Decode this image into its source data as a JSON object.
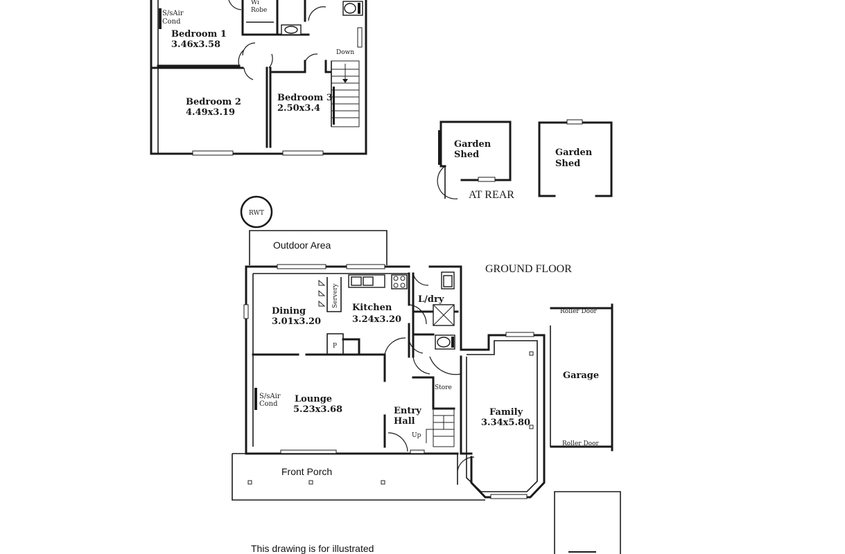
{
  "upper_floor": {
    "rooms": [
      {
        "name": "Bedroom 1",
        "size": "3.46x3.58"
      },
      {
        "name": "Bedroom 2",
        "size": "4.49x3.19"
      },
      {
        "name": "Bedroom 3",
        "size": "2.50x3.4"
      }
    ],
    "labels": {
      "wi_line1": "Wi",
      "wi_line2": "Robe",
      "sair_line1": "S/sAir",
      "sair_line2": "Cond",
      "stairs_down": "Down"
    }
  },
  "sheds": {
    "shed1_line1": "Garden",
    "shed1_line2": "Shed",
    "shed2_line1": "Garden",
    "shed2_line2": "Shed",
    "at_rear": "AT REAR"
  },
  "rwt": "RWT",
  "outdoor_area": "Outdoor Area",
  "ground_floor_title": "GROUND FLOOR",
  "ground_floor": {
    "rooms": [
      {
        "name": "Dining",
        "size": "3.01x3.20"
      },
      {
        "name": "Kitchen",
        "size": "3.24x3.20"
      },
      {
        "name": "Lounge",
        "size": "5.23x3.68"
      },
      {
        "name": "Family",
        "size": "3.34x5.80"
      }
    ],
    "labels": {
      "servery": "Servery",
      "ldry": "L/dry",
      "pantry": "P",
      "sair_line1": "S/sAir",
      "sair_line2": "Cond",
      "entry_line1": "Entry",
      "entry_line2": "Hall",
      "store": "Store",
      "stairs_up": "Up",
      "garage": "Garage",
      "roller_door_top": "Roller Door",
      "roller_door_bottom": "Roller Door"
    }
  },
  "front_porch": "Front Porch",
  "note": "This drawing is for illustrated"
}
